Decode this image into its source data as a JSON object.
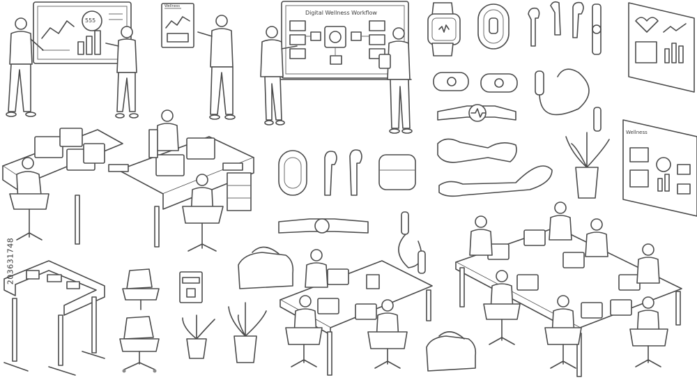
{
  "board_title": "Digital Wellness Workflow",
  "presentation_gauge": "555",
  "tablet_title": "Wellness",
  "small_panel_title": "Wellness",
  "stock_id": "203631748",
  "colors": {
    "line": "#4a4a4a",
    "background": "#ffffff"
  }
}
